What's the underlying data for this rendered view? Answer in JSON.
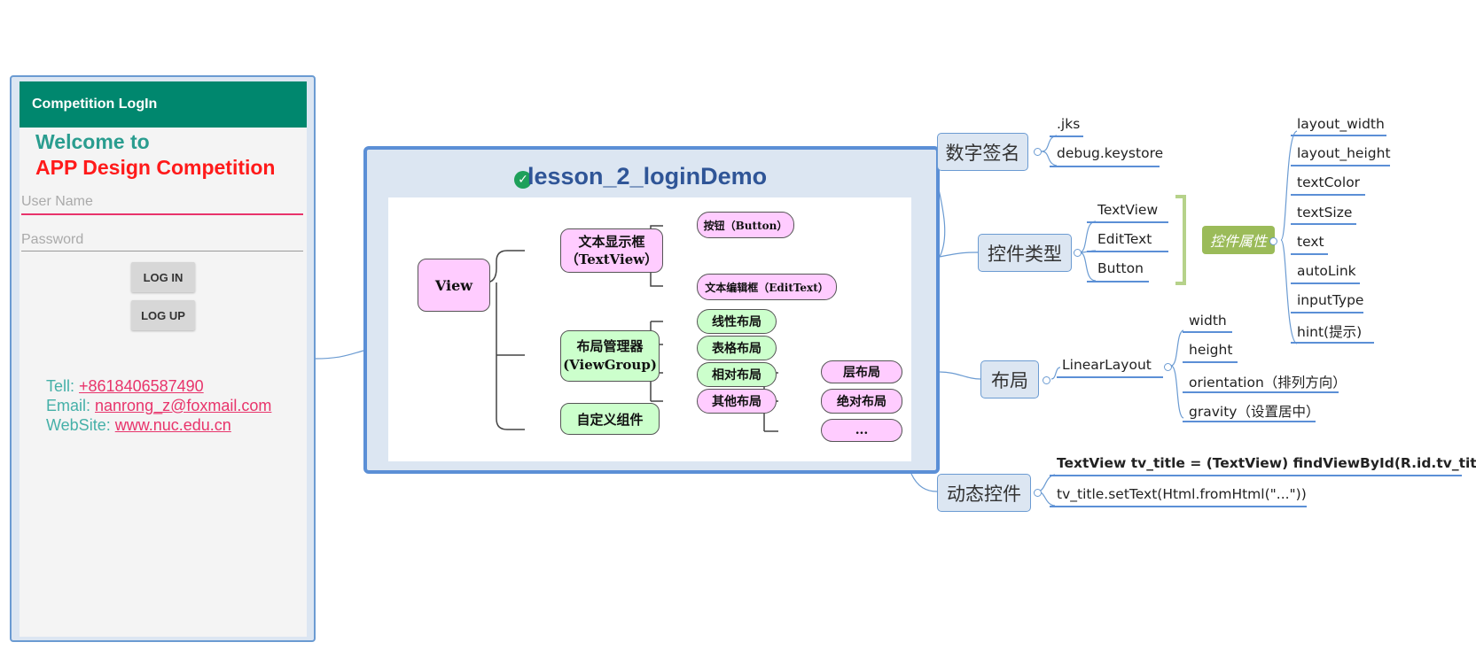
{
  "phone": {
    "app_title": "Competition LogIn",
    "welcome_line1": "Welcome to",
    "welcome_line2": "APP Design Competition",
    "username_placeholder": "User Name",
    "password_placeholder": "Password",
    "login_label": "LOG IN",
    "logup_label": "LOG UP",
    "tel_label": "Tell: ",
    "tel_value": "+8618406587490",
    "email_label": "Email: ",
    "email_value": "nanrong_z@foxmail.com",
    "website_label": "WebSite: ",
    "website_value": "www.nuc.edu.cn"
  },
  "center": {
    "title": "lesson_2_loginDemo",
    "view": "View",
    "textview_line1": "文本显示框",
    "textview_line2": "（TextView）",
    "button": "按钮（Button）",
    "edittext": "文本编辑框（EditText）",
    "viewgroup_line1": "布局管理器",
    "viewgroup_line2": "(ViewGroup)",
    "custom": "自定义组件",
    "linear": "线性布局",
    "table": "表格布局",
    "relative": "相对布局",
    "other": "其他布局",
    "frame": "层布局",
    "absolute": "绝对布局",
    "more": "..."
  },
  "mindmap": {
    "signature": {
      "label": "数字签名",
      "children": [
        ".jks",
        "debug.keystore"
      ]
    },
    "controls": {
      "label": "控件类型",
      "children": [
        "TextView",
        "EditText",
        "Button"
      ]
    },
    "properties": {
      "label": "控件属性",
      "children": [
        "layout_width",
        "layout_height",
        "textColor",
        "textSize",
        "text",
        "autoLink",
        "inputType",
        "hint(提示)"
      ]
    },
    "layout": {
      "label": "布局",
      "child": "LinearLayout",
      "children": [
        "width",
        "height",
        "orientation（排列方向）",
        "gravity（设置居中）"
      ]
    },
    "dynamic": {
      "label": "动态控件",
      "children": [
        "TextView tv_title = (TextView) findViewById(R.id.tv_title)",
        "tv_title.setText(Html.fromHtml(\"...\"))"
      ]
    }
  }
}
